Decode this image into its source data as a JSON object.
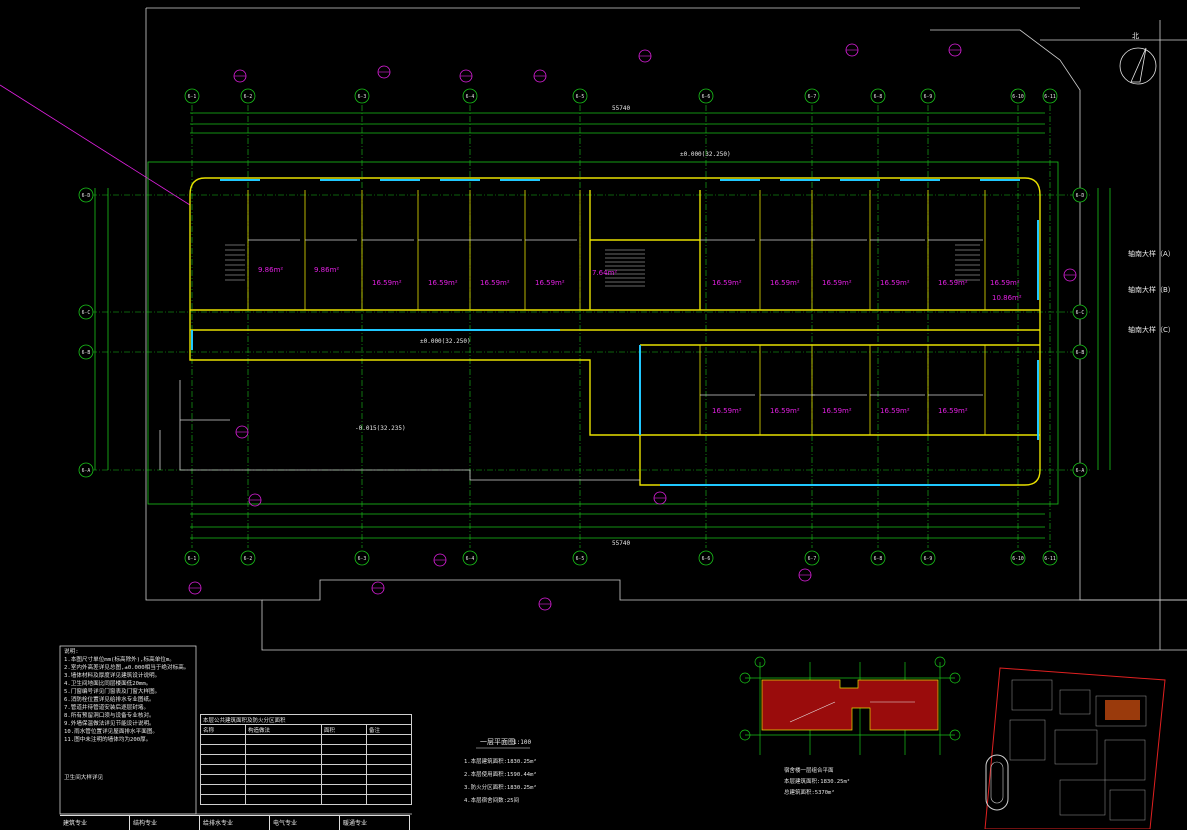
{
  "drawing": {
    "plan_title": "一层平面图",
    "plan_scale": "1:100",
    "overall_dim": "55740",
    "north_label": "北"
  },
  "grid": {
    "columns": [
      "6-1",
      "6-2",
      "6-3",
      "6-4",
      "6-5",
      "6-6",
      "6-7",
      "6-8",
      "6-9",
      "6-10",
      "6-11"
    ],
    "rows": [
      "6-D",
      "6-C",
      "6-B",
      "6-A"
    ]
  },
  "rooms": {
    "upper_left": [
      "9.86m²",
      "9.86m²",
      "16.59m²",
      "16.59m²",
      "16.59m²",
      "16.59m²"
    ],
    "upper_right": [
      "16.59m²",
      "16.59m²",
      "16.59m²",
      "16.59m²",
      "16.59m²",
      "16.59m²"
    ],
    "lower_right": [
      "16.59m²",
      "16.59m²",
      "16.59m²",
      "16.59m²",
      "16.59m²"
    ],
    "right_end": "10.86m²",
    "stair_hall": "7.64m²"
  },
  "elevation_labels": [
    "±0.000(32.250)",
    "±0.000(32.250)",
    "-0.015(32.235)"
  ],
  "side_labels": [
    "轴南大样（A）",
    "轴南大样（B）",
    "轴南大样（C）"
  ],
  "notes": {
    "heading": "说明:",
    "lines": [
      "1.本图尺寸单位mm(标高除外),标高单位m。",
      "2.室内外高差详见总图,±0.000相当于绝对标高。",
      "3.墙体材料及厚度详见建筑设计说明。",
      "4.卫生间地面比同层楼面低20mm。",
      "5.门窗编号详见门窗表及门窗大样图。",
      "6.消防栓位置详见给排水专业图纸。",
      "7.管道井待管道安装后逐层封堵。",
      "8.所有预留洞口须与设备专业核对。",
      "9.外墙保温做法详见节能设计说明。",
      "10.雨水管位置详见屋面排水平面图。",
      "11.图中未注明的墙体均为200厚。"
    ],
    "footer": "卫生间大样详见"
  },
  "legend_table": {
    "title": "本层公共建筑面积及防火分区面积",
    "headers": [
      "名称",
      "构造做法",
      "面积",
      "备注"
    ],
    "rows": [
      [
        "",
        "",
        "",
        ""
      ],
      [
        "",
        "",
        "",
        ""
      ],
      [
        "",
        "",
        "",
        ""
      ],
      [
        "",
        "",
        "",
        ""
      ],
      [
        "",
        "",
        "",
        ""
      ],
      [
        "",
        "",
        "",
        ""
      ],
      [
        "",
        "",
        "",
        ""
      ]
    ]
  },
  "area_notes": [
    "1.本层建筑面积:1830.25m²",
    "2.本层使用面积:1590.44m²",
    "3.防火分区面积:1830.25m²",
    "4.本层宿舍间数:25间"
  ],
  "keyplan_notes": [
    "宿舍楼一层组合平面",
    "本层建筑面积:1830.25m²",
    "总建筑面积:5370m²"
  ],
  "title_block": [
    "建筑专业",
    "结构专业",
    "给排水专业",
    "电气专业",
    "暖通专业"
  ],
  "colors": {
    "grid_green": "#19c219",
    "wall_yellow": "#e8e000",
    "magenta": "#e020e0",
    "cyan": "#20c8ff",
    "white": "#e8e8e8",
    "red_fill": "#9a0c0c"
  }
}
